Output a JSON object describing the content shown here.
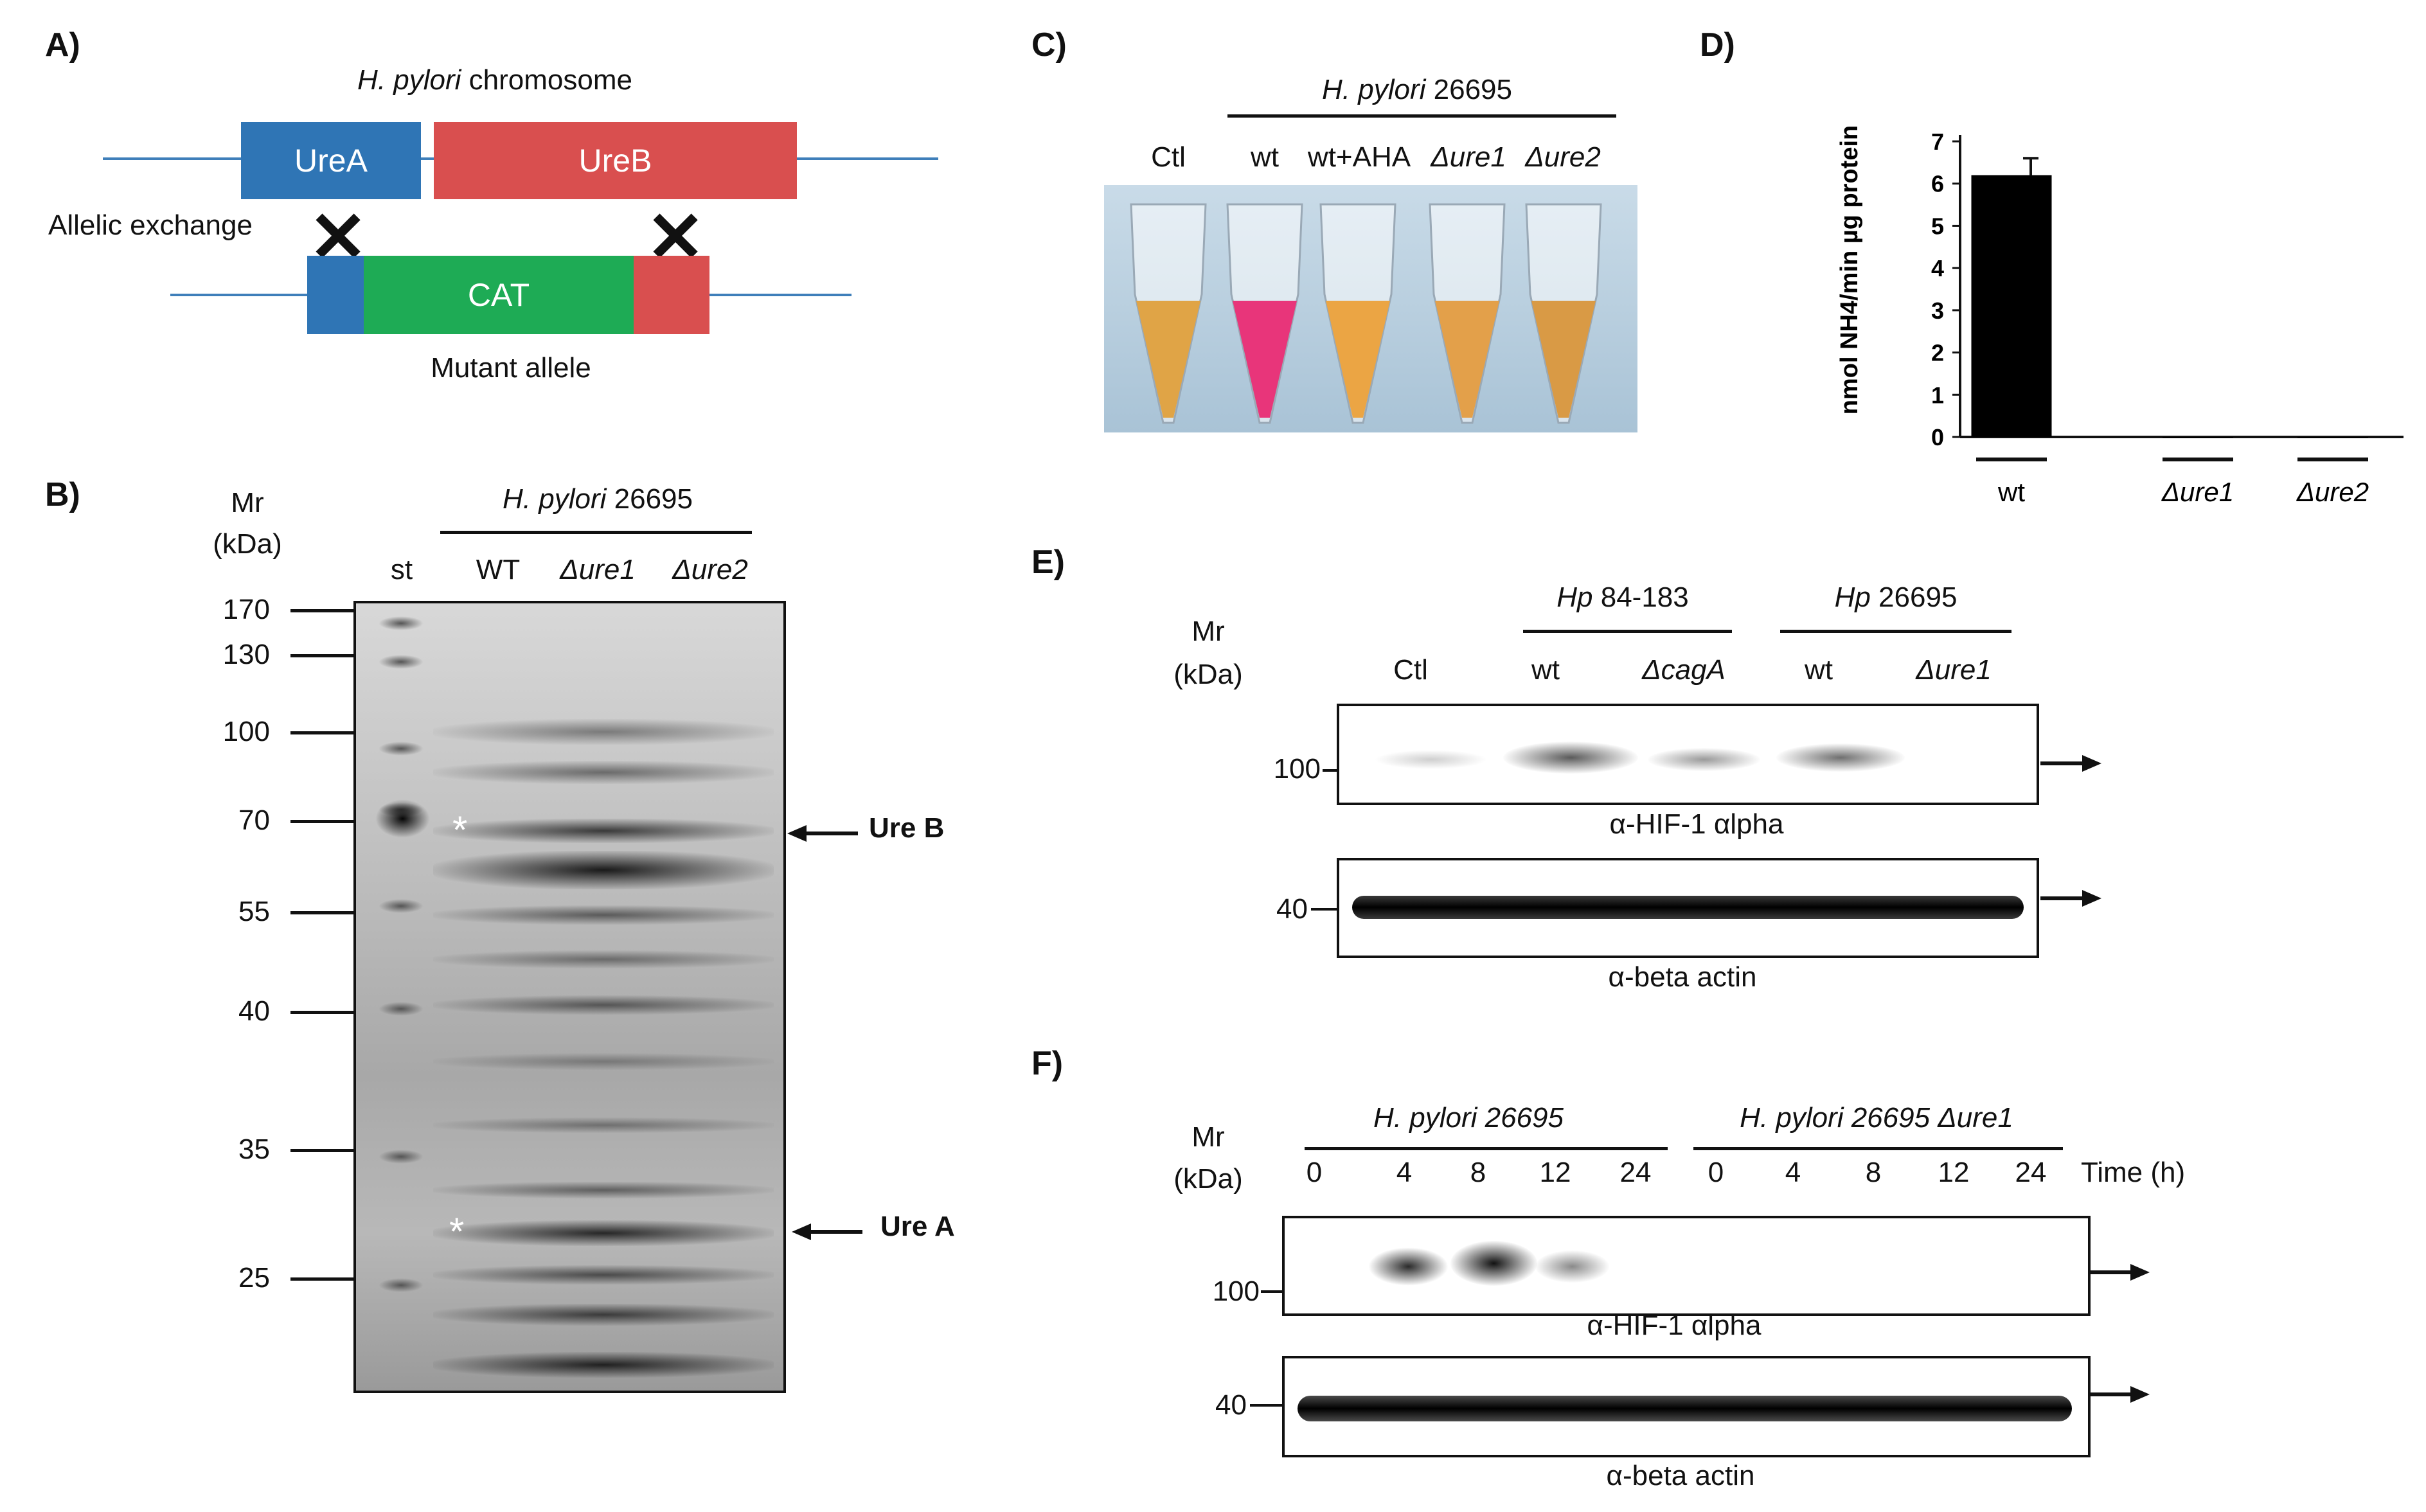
{
  "panels": {
    "a": "A)",
    "b": "B)",
    "c": "C)",
    "d": "D)",
    "e": "E)",
    "f": "F)"
  },
  "panel_a": {
    "chromosome_label_italic": "H. pylori",
    "chromosome_label_rest": " chromosome",
    "gene_urea": "UreA",
    "gene_ureb": "UreB",
    "gene_cat": "CAT",
    "allelic_exchange": "Allelic exchange",
    "mutant_allele": "Mutant allele",
    "colors": {
      "urea": "#2f75b5",
      "ureb": "#d94f4f",
      "cat": "#1eab55",
      "line": "#3f7fba"
    }
  },
  "panel_b": {
    "mr": "Mr",
    "kda": "(kDa)",
    "strain_italic": "H. pylori",
    "strain_rest": " 26695",
    "lanes": [
      "st",
      "WT",
      "Δure1",
      "Δure2"
    ],
    "markers": [
      "170",
      "130",
      "100",
      "70",
      "55",
      "40",
      "35",
      "25"
    ],
    "ureb_label": "Ure B",
    "urea_label": "Ure A",
    "asterisk": "*"
  },
  "panel_c": {
    "strain_italic": "H. pylori",
    "strain_rest": " 26695",
    "lanes": [
      "Ctl",
      "wt",
      "wt+AHA",
      "Δure1",
      "Δure2"
    ]
  },
  "panel_d": {
    "chart_data": {
      "type": "bar",
      "categories": [
        "wt",
        "Δure1",
        "Δure2"
      ],
      "values": [
        6.2,
        0.0,
        0.0
      ],
      "error": [
        0.4,
        0,
        0
      ],
      "ylabel": "nmol NH4/min µg protein",
      "ylim": [
        0,
        7
      ],
      "yticks": [
        "0",
        "1",
        "2",
        "3",
        "4",
        "5",
        "6",
        "7"
      ],
      "bar_color": "#000000"
    }
  },
  "panel_e": {
    "mr": "Mr",
    "kda": "(kDa)",
    "group1_italic": "Hp",
    "group1_rest": " 84-183",
    "group2_italic": "Hp",
    "group2_rest": " 26695",
    "lanes": [
      "Ctl",
      "wt",
      "ΔcagA",
      "wt",
      "Δure1"
    ],
    "marker_top": "100",
    "marker_bottom": "40",
    "blot_top_label": "α-HIF-1 αlpha",
    "blot_bottom_label": "α-beta actin"
  },
  "panel_f": {
    "mr": "Mr",
    "kda": "(kDa)",
    "group1": "H. pylori 26695",
    "group2": "H. pylori 26695 Δure1",
    "timepoints": [
      "0",
      "4",
      "8",
      "12",
      "24",
      "0",
      "4",
      "8",
      "12",
      "24"
    ],
    "time_label": "Time (h)",
    "marker_top": "100",
    "marker_bottom": "40",
    "blot_top_label": "α-HIF-1 αlpha",
    "blot_bottom_label": "α-beta actin"
  }
}
